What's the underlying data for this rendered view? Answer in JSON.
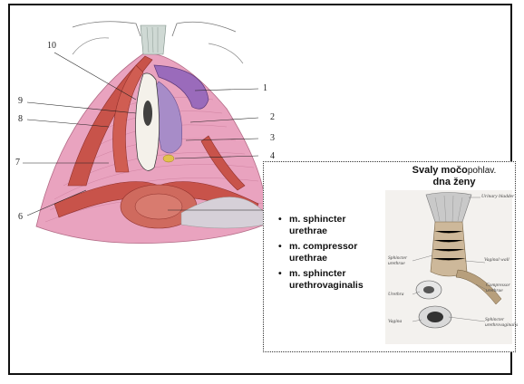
{
  "figure": {
    "numbers": [
      "1",
      "2",
      "3",
      "4",
      "6",
      "7",
      "8",
      "9",
      "10"
    ]
  },
  "overlay": {
    "title_main": "Svaly močo",
    "title_suffix": "pohlav.",
    "title_line2": "dna ženy",
    "bullet_symbol": "•",
    "bullets": [
      "m. sphincter urethrae",
      "m. compressor urethrae",
      "m. sphincter urethrovaginalis"
    ]
  },
  "inset_labels": {
    "bladder": "Urinary bladder",
    "sphincter_urethrae": "Sphincter urethrae",
    "vaginal_wall": "Vaginal wall",
    "compressor_urethrae": "Compressor urethrae",
    "urethra": "Urethra",
    "vagina": "Vagina",
    "sphincter_urethrovaginalis": "Sphincter urethrovaginalis"
  },
  "colors": {
    "muscle_pink": "#e9a3bf",
    "muscle_red": "#c8534a",
    "gland_purple": "#9a6bbb",
    "bladder_purple": "#a78cc8",
    "background": "#ffffff"
  }
}
